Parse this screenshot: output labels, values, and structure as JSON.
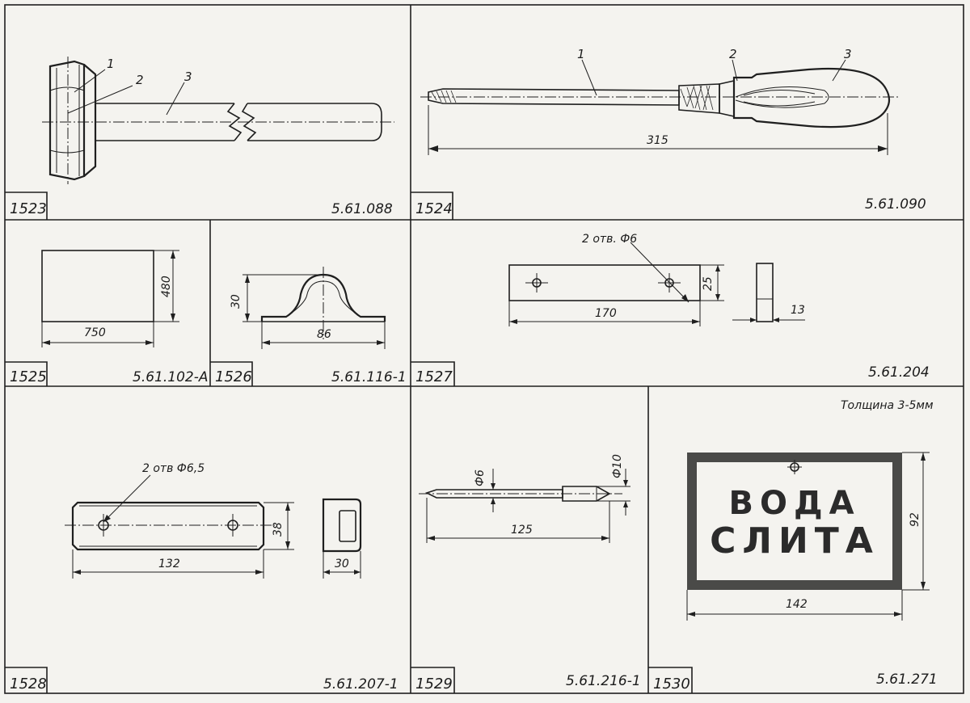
{
  "panels": [
    {
      "number": "1523",
      "code": "5.61.088",
      "labels": [
        "1",
        "2",
        "3"
      ]
    },
    {
      "number": "1524",
      "code": "5.61.090",
      "labels": [
        "1",
        "2",
        "3"
      ],
      "dims": [
        "315"
      ]
    },
    {
      "number": "1525",
      "code": "5.61.102-А",
      "dims": [
        "750",
        "480"
      ]
    },
    {
      "number": "1526",
      "code": "5.61.116-1",
      "dims": [
        "30",
        "86"
      ]
    },
    {
      "number": "1527",
      "code": "5.61.204",
      "dims": [
        "2 отв. Ф6",
        "25",
        "170",
        "13"
      ]
    },
    {
      "number": "1528",
      "code": "5.61.207-1",
      "dims": [
        "2 отв Ф6,5",
        "38",
        "132",
        "30"
      ]
    },
    {
      "number": "1529",
      "code": "5.61.216-1",
      "dims": [
        "Ф6",
        "Ф10",
        "125"
      ]
    },
    {
      "number": "1530",
      "code": "5.61.271",
      "note": "Толщина 3-5мм",
      "sign_lines": [
        "ВОДА",
        "СЛИТА"
      ],
      "dims": [
        "92",
        "142"
      ]
    }
  ]
}
